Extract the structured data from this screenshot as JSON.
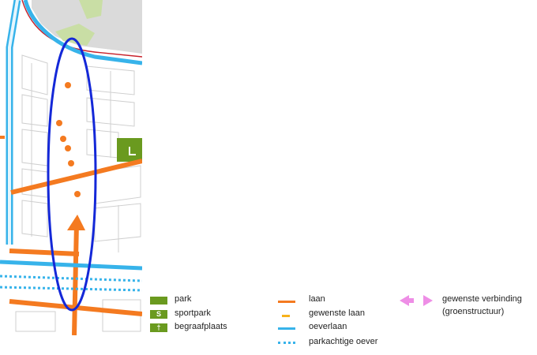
{
  "map": {
    "colors": {
      "canal": "#37b3ea",
      "lane": "#f47a20",
      "plot_outline": "#cfcfcf",
      "highlight_ellipse": "#1428d8",
      "park_green": "#6a9a1f",
      "railway": "#c8202a"
    }
  },
  "legend": {
    "park": "park",
    "sportpark": "sportpark",
    "sportpark_symbol": "S",
    "begraafplaats": "begraafplaats",
    "begraafplaats_symbol": "†",
    "laan": "laan",
    "gewenste_laan": "gewenste laan",
    "oeverlaan": "oeverlaan",
    "parkachtige_oever": "parkachtige oever",
    "gewenste_verbinding_line1": "gewenste verbinding",
    "gewenste_verbinding_line2": "(groenstructuur)",
    "colors": {
      "green": "#6a9a1f",
      "laan": "#f47a20",
      "gewenste_laan": "#f7b21b",
      "oeverlaan": "#37b3ea",
      "parkachtige_oever": "#37b3ea",
      "verbinding": "#ee8ee6"
    }
  }
}
